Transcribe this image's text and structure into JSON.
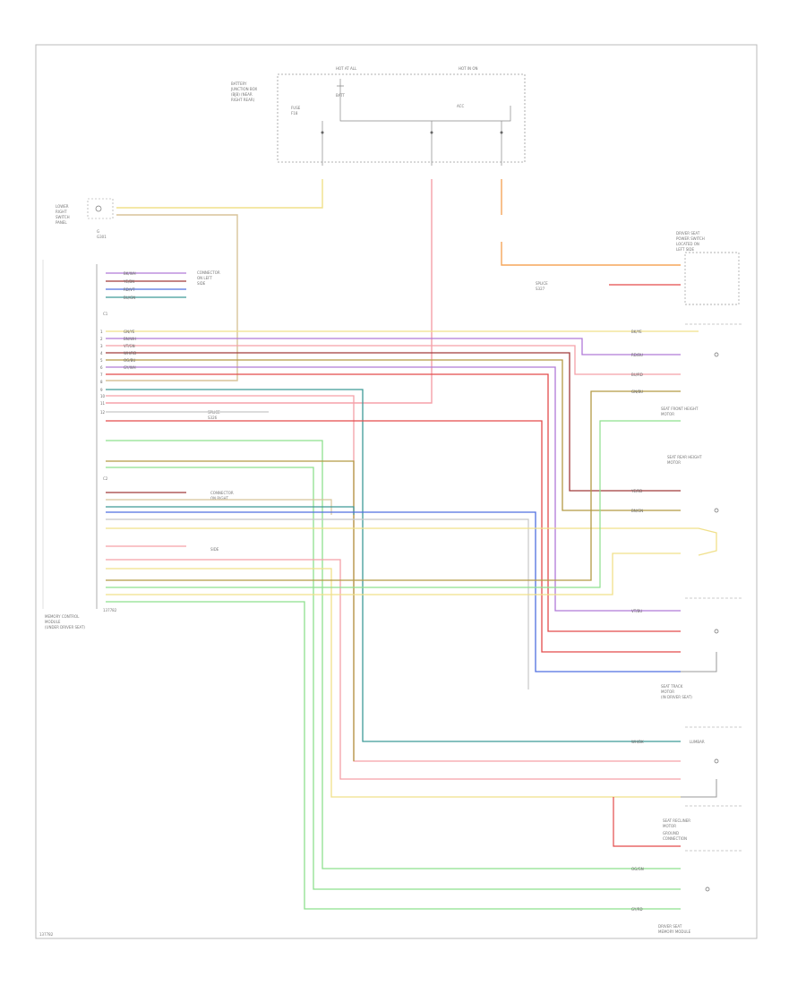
{
  "page": {
    "footer_code": "137782"
  },
  "modules": {
    "fuse_box": {
      "lines": [
        "BATTERY",
        "JUNCTION BOX",
        "(BJB) (NEAR",
        "RIGHT REAR)"
      ],
      "fuse_label": "FUSE",
      "fuse_id": "F18",
      "hot_at_all": "HOT AT ALL",
      "hot_in_on": "HOT IN ON",
      "pin_a": "BATT",
      "pin_b": "ACC"
    },
    "lower_module": {
      "lines": [
        "LOWER",
        "RIGHT",
        "SWITCH",
        "PANEL"
      ],
      "ground": "G",
      "ground_ref": "G301"
    },
    "memory_control": {
      "lines": [
        "MEMORY CONTROL",
        "MODULE",
        "(UNDER DRIVER SEAT)"
      ],
      "connector_a": "C1",
      "connector_b": "C2"
    },
    "connector_ref_a": {
      "lines": [
        "CONNECTOR",
        "ON LEFT",
        "SIDE"
      ]
    },
    "connector_ref_b": {
      "lines": [
        "CONNECTOR",
        "ON RIGHT",
        "SIDE"
      ]
    },
    "driver_seat_power": {
      "lines": [
        "DRIVER SEAT",
        "POWER SWITCH",
        "LOCATED ON",
        "LEFT SIDE"
      ]
    },
    "splice_main": {
      "lines": [
        "SPLICE",
        "S326"
      ]
    },
    "splice_lower": {
      "lines": [
        "SPLICE",
        "S327"
      ]
    },
    "seat_rear_motor": {
      "lines": [
        "SEAT REAR HEIGHT",
        "MOTOR"
      ]
    },
    "seat_front_motor": {
      "lines": [
        "SEAT FRONT HEIGHT",
        "MOTOR"
      ]
    },
    "seat_track_motor": {
      "lines": [
        "SEAT TRACK",
        "MOTOR",
        "(IN DRIVER SEAT)"
      ]
    },
    "seat_recliner_motor": {
      "lines": [
        "SEAT RECLINER",
        "MOTOR"
      ]
    },
    "lumbar": {
      "lines": [
        "LUMBAR"
      ]
    },
    "ground_point": {
      "lines": [
        "GROUND",
        "CONNECTION"
      ]
    },
    "mirror_module": {
      "lines": [
        "DRIVER SEAT",
        "MEMORY MODULE"
      ]
    }
  },
  "wire_colors": {
    "yellow": "#f0e08a",
    "orange": "#f5a55a",
    "pink": "#f5a0a8",
    "purple": "#b07ad8",
    "brown": "#b8923e",
    "red": "#e34b4b",
    "blue": "#4f6fe0",
    "teal": "#3e9a98",
    "green": "#8ee08e",
    "olive": "#b39a45",
    "gray": "#c8c8c8",
    "tan": "#d8c49a",
    "darkred": "#a03a3a"
  },
  "wire_labels": {
    "w1": "BK/WH",
    "w2": "YE/BN",
    "w3": "RD/VT",
    "w4": "BU/GN",
    "w5": "GN/YE",
    "w6": "BN/WH",
    "w7": "VT/GN",
    "w8": "WH/RD",
    "w9": "OG/BU",
    "w10": "GY/WH",
    "w11": "BK/YE",
    "w12": "RD/BU",
    "w13": "BU/RD",
    "w14": "GN/BU",
    "w15": "YE/RD",
    "w16": "BN/GN",
    "w17": "VT/BU",
    "w18": "WH/BK",
    "w19": "OG/GN",
    "w20": "GY/RD"
  },
  "pins": {
    "p1": "1",
    "p2": "2",
    "p3": "3",
    "p4": "4",
    "p5": "5",
    "p6": "6",
    "p7": "7",
    "p8": "8",
    "p9": "9",
    "p10": "10",
    "p11": "11",
    "p12": "12"
  }
}
